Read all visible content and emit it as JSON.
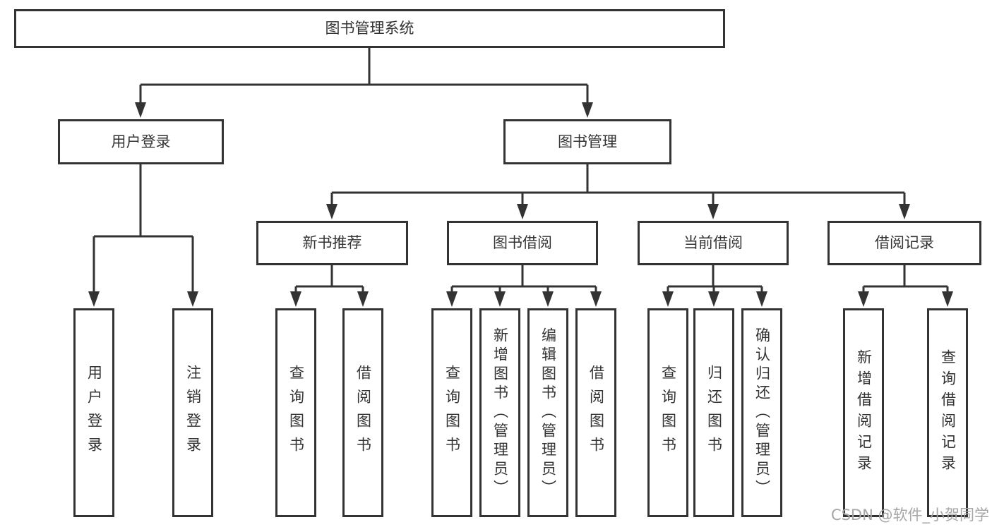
{
  "diagram": {
    "colors": {
      "line": "#333333",
      "border": "#333333",
      "text": "#333333",
      "watermark": "#a6a6a6",
      "background": "#ffffff"
    },
    "watermark": "CSDN @软件_小贺同学",
    "nodes": {
      "root": {
        "label": "图书管理系统"
      },
      "user_login": {
        "label": "用户登录"
      },
      "book_mgmt": {
        "label": "图书管理"
      },
      "new_book_rec": {
        "label": "新书推荐"
      },
      "book_borrow": {
        "label": "图书借阅"
      },
      "current_borrow": {
        "label": "当前借阅"
      },
      "borrow_record": {
        "label": "借阅记录"
      },
      "leaf_user_login": {
        "label": "用户登录"
      },
      "leaf_logout": {
        "label": "注销登录"
      },
      "leaf_query_book_1": {
        "label": "查询图书"
      },
      "leaf_borrow_book_1": {
        "label": "借阅图书"
      },
      "leaf_query_book_2": {
        "label": "查询图书"
      },
      "leaf_add_book": {
        "label": "新增图书（管理员）"
      },
      "leaf_edit_book": {
        "label": "编辑图书（管理员）"
      },
      "leaf_borrow_book_2": {
        "label": "借阅图书"
      },
      "leaf_query_book_3": {
        "label": "查询图书"
      },
      "leaf_return_book": {
        "label": "归还图书"
      },
      "leaf_confirm_return": {
        "label": "确认归还（管理员）"
      },
      "leaf_add_record": {
        "label": "新增借阅记录"
      },
      "leaf_query_record": {
        "label": "查询借阅记录"
      }
    }
  }
}
